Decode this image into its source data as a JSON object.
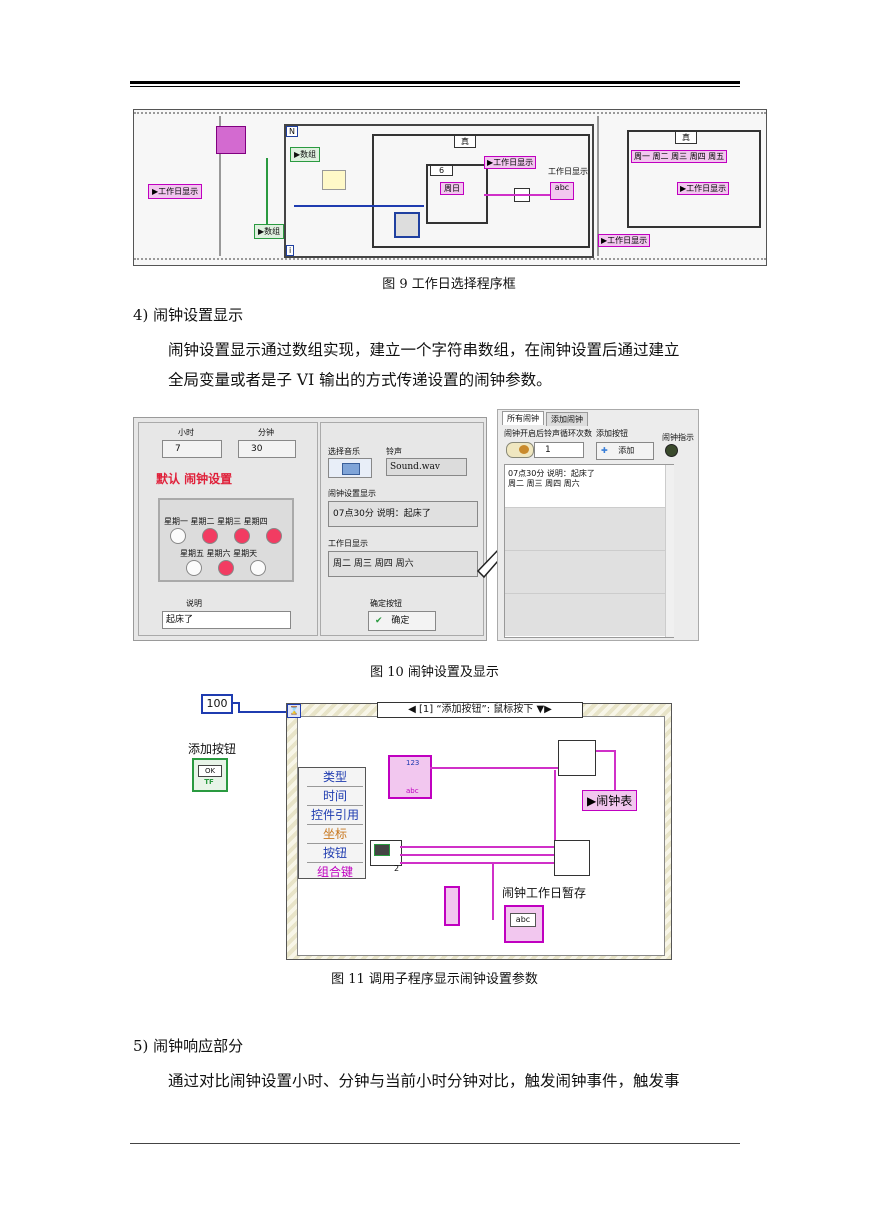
{
  "fig9": {
    "caption": "图 9 工作日选择程序框",
    "labels": {
      "work_display_1": "▶工作日显示",
      "work_display_2": "▶工作日显示",
      "work_display_3": "工作日显示",
      "work_display_4": "▶工作日显示",
      "work_display_5": "▶工作日显示",
      "array_1": "▶数组",
      "array_2": "▶数组",
      "week_day": "周日",
      "weekdays": "周一 周二 周三 周四 周五",
      "case_true": "真",
      "case_6": "6",
      "loop_N": "N",
      "loop_i": "i",
      "abc": "abc"
    }
  },
  "section4": {
    "heading": "4)  闹钟设置显示",
    "para_line1": "闹钟设置显示通过数组实现，建立一个字符串数组，在闹钟设置后通过建立",
    "para_line2": "全局变量或者是子 VI 输出的方式传递设置的闹钟参数。"
  },
  "fig10": {
    "caption": "图 10 闹钟设置及显示",
    "hour_label": "小时",
    "hour_value": "7",
    "minute_label": "分钟",
    "minute_value": "30",
    "default_alarm": "默认  闹钟设置",
    "days_row1": "星期一 星期二 星期三 星期四",
    "days_row2": "星期五 星期六 星期天",
    "desc_label": "说明",
    "desc_value": "起床了",
    "music_label": "选择音乐",
    "ringtone_label": "铃声",
    "ringtone_value": "Sound.wav",
    "alarm_display_label": "闹钟设置显示",
    "alarm_display_value": "07点30分    说明：起床了",
    "work_display_label": "工作日显示",
    "work_display_value": "周二  周三  周四  周六",
    "confirm_label": "确定按钮",
    "confirm_button": "确定",
    "tab_all": "所有闹钟",
    "tab_add": "添加闹钟",
    "loop_count_label": "闹钟开启后铃声循环次数",
    "loop_count_value": "1",
    "add_button_label": "添加按钮",
    "add_button": "添加",
    "indicator_label": "闹钟指示",
    "list_line1": "07点30分      说明：起床了",
    "list_line2": "周二  周三  周四  周六"
  },
  "fig11": {
    "caption": "图 11 调用子程序显示闹钟设置参数",
    "timeout_value": "100",
    "event_case": "[1] “添加按钮”: 鼠标按下",
    "add_button_label": "添加按钮",
    "ok": "OK",
    "tf": "TF",
    "event_data": [
      "类型",
      "时间",
      "控件引用",
      "坐标",
      "按钮",
      "组合键"
    ],
    "alarm_table": "▶闹钟表",
    "temp_store": "闹钟工作日暂存",
    "abc": "abc",
    "num_123": "123",
    "two": "2"
  },
  "section5": {
    "heading": "5)  闹钟响应部分",
    "para_line1": "通过对比闹钟设置小时、分钟与当前小时分钟对比，触发闹钟事件，触发事"
  },
  "colors": {
    "pink_wire": "#d030c8",
    "blue_wire": "#1f3cb0",
    "led_on": "#f23c62",
    "title_red": "#e0203a"
  }
}
